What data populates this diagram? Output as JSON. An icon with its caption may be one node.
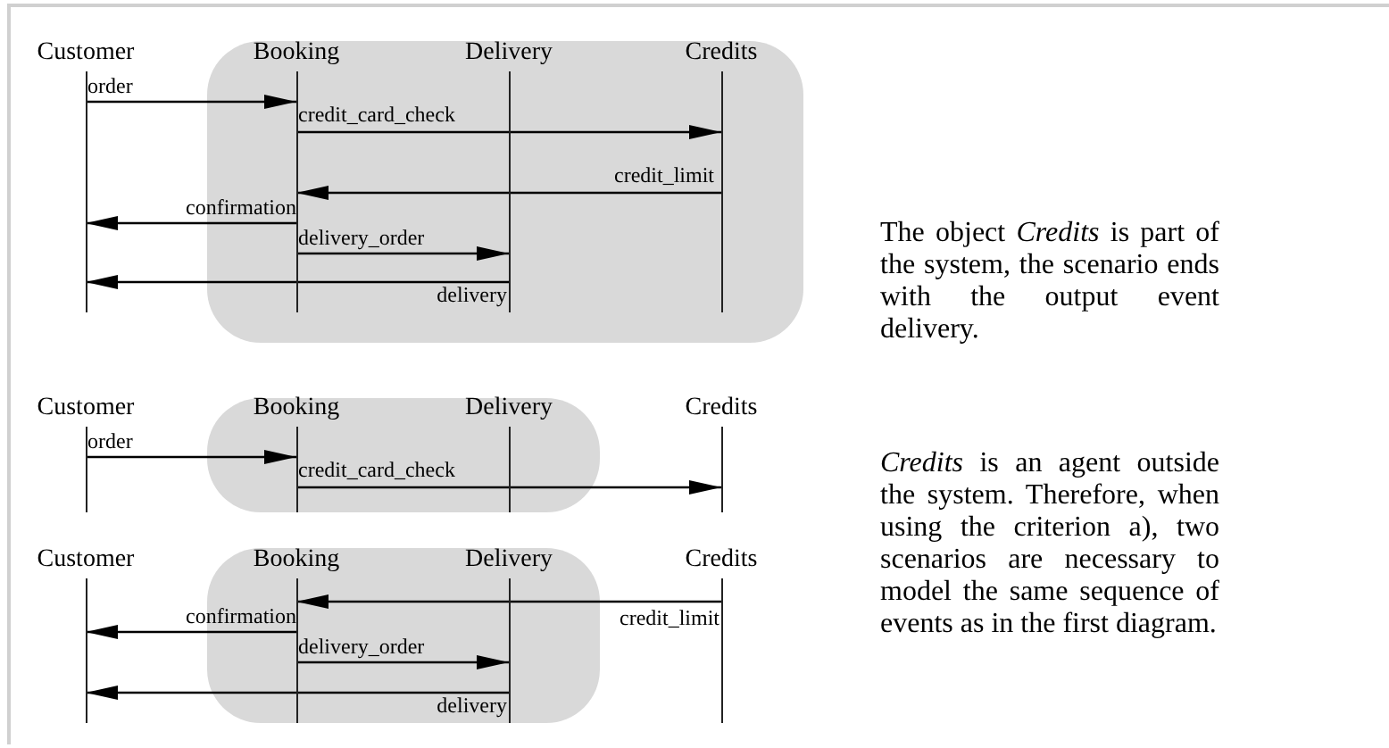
{
  "diagram": {
    "nodes": [
      {
        "text": [
          "Customer"
        ]
      },
      {
        "text": [
          "Booking"
        ]
      },
      {
        "text": [
          "Delivery"
        ]
      },
      {
        "text": [
          "Credits"
        ]
      },
      {
        "text": [
          "Customer"
        ]
      },
      {
        "text": [
          "Booking"
        ]
      },
      {
        "text": [
          "Delivery"
        ]
      },
      {
        "text": [
          "Credits"
        ]
      },
      {
        "text": [
          "Customer"
        ]
      },
      {
        "text": [
          "Booking"
        ]
      },
      {
        "text": [
          "Delivery"
        ]
      },
      {
        "text": [
          "Credits"
        ]
      }
    ],
    "edges": [
      {
        "from": 0,
        "to": 1,
        "arrow": "to",
        "label": "order"
      },
      {
        "from": 1,
        "to": 3,
        "arrow": "to",
        "label": "credit_card_check"
      },
      {
        "from": 3,
        "to": 1,
        "arrow": "to",
        "label": "credit_limit"
      },
      {
        "from": 1,
        "to": 0,
        "arrow": "to",
        "label": "confirmation"
      },
      {
        "from": 1,
        "to": 2,
        "arrow": "to",
        "label": "delivery_order"
      },
      {
        "from": 2,
        "to": 0,
        "arrow": "to",
        "label": "delivery"
      },
      {
        "from": 4,
        "to": 5,
        "arrow": "to",
        "label": "order"
      },
      {
        "from": 5,
        "to": 7,
        "arrow": "to",
        "label": "credit_card_check"
      },
      {
        "from": 11,
        "to": 9,
        "arrow": "to",
        "label": "credit_limit"
      },
      {
        "from": 9,
        "to": 8,
        "arrow": "to",
        "label": "confirmation"
      },
      {
        "from": 9,
        "to": 10,
        "arrow": "to",
        "label": "delivery_order"
      },
      {
        "from": 10,
        "to": 8,
        "arrow": "to",
        "label": "delivery"
      }
    ],
    "labels": [
      "The object *Credits* is part of the system, the scenario ends with the output event delivery.",
      "*Credits* is an agent outside the system. Therefore, when using the criterion a), two scenarios are necessary to model the same sequence of events as in the first diagram."
    ]
  }
}
